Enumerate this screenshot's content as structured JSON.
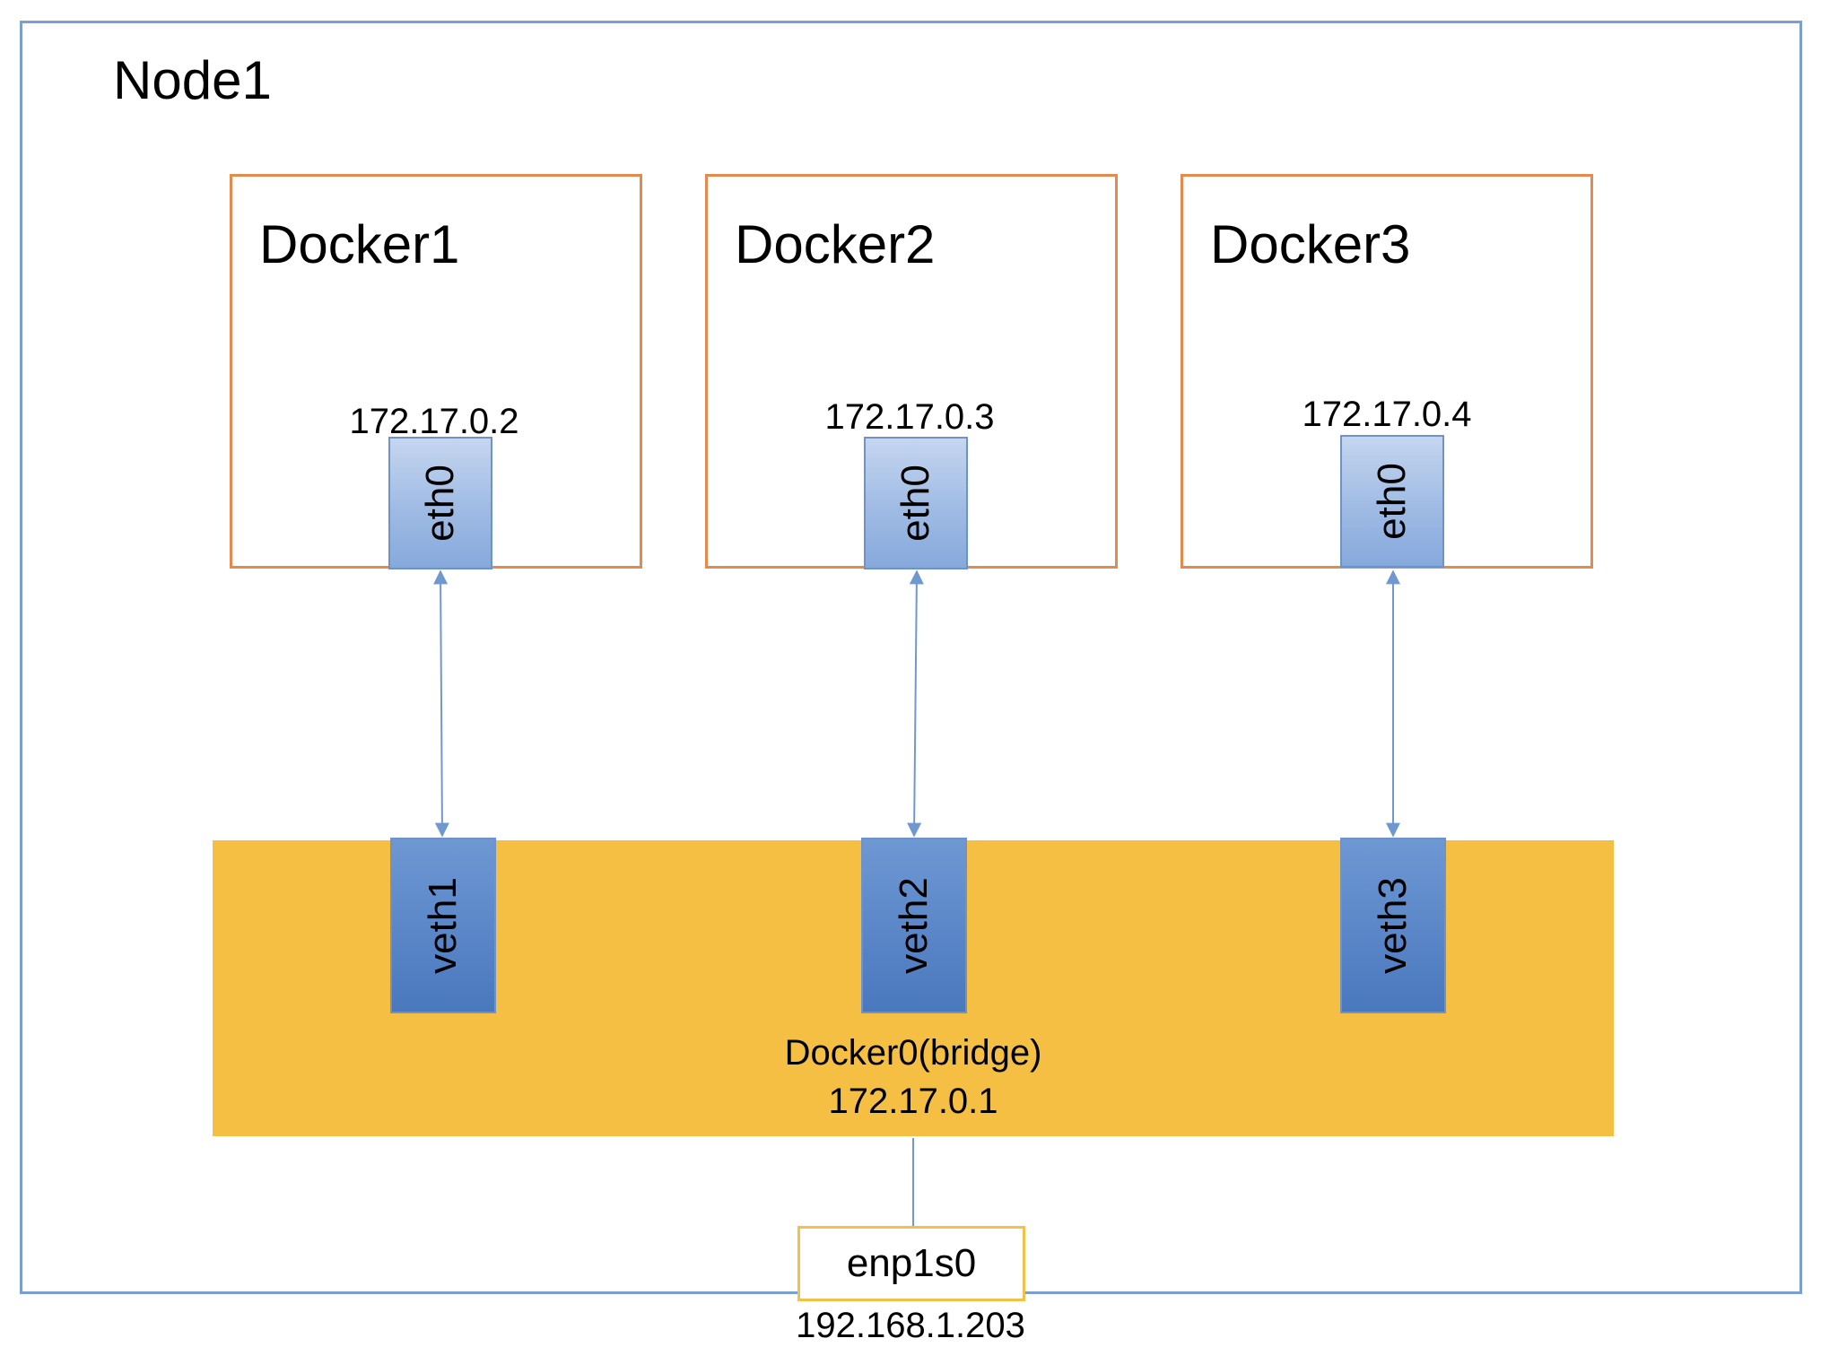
{
  "node": {
    "title": "Node1"
  },
  "containers": [
    {
      "title": "Docker1",
      "ip": "172.17.0.2",
      "iface": "eth0",
      "veth": "veth1"
    },
    {
      "title": "Docker2",
      "ip": "172.17.0.3",
      "iface": "eth0",
      "veth": "veth2"
    },
    {
      "title": "Docker3",
      "ip": "172.17.0.4",
      "iface": "eth0",
      "veth": "veth3"
    }
  ],
  "bridge": {
    "name": "Docker0(bridge)",
    "ip": "172.17.0.1"
  },
  "host_iface": {
    "name": "enp1s0",
    "ip": "192.168.1.203"
  },
  "colors": {
    "node_border": "#7a9fd2",
    "container_border": "#e58a4e",
    "bridge_fill": "#f4bf42",
    "host_iface_border": "#f2c14a",
    "link": "#6f98d0"
  }
}
